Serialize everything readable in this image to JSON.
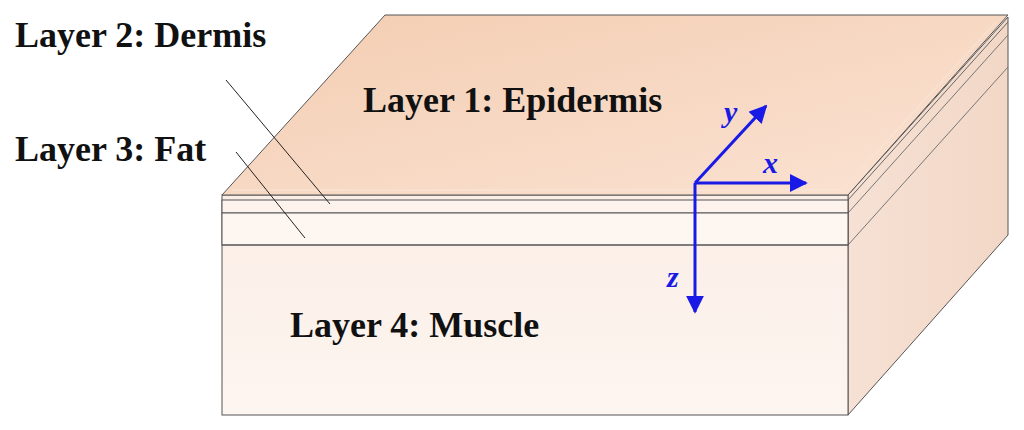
{
  "diagram": {
    "labels": [
      "Layer 2: Dermis",
      "Layer 3: Fat",
      "Layer 1: Epidermis",
      "y",
      "x",
      "z",
      "Layer 4: Muscle"
    ]
  }
}
